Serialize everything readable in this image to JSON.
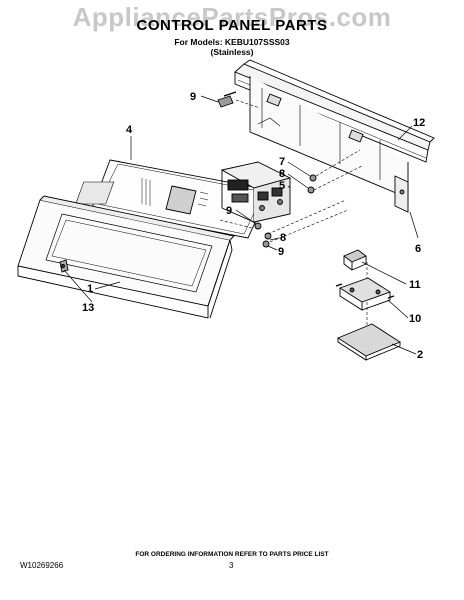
{
  "watermark": "AppliancePartsPros.com",
  "header": {
    "title": "CONTROL PANEL PARTS",
    "models_line": "For Models: KEBU107SSS03",
    "finish_line": "(Stainless)"
  },
  "callouts": [
    "9",
    "4",
    "12",
    "7",
    "8",
    "5",
    "9",
    "8",
    "9",
    "6",
    "1",
    "13",
    "11",
    "10",
    "2"
  ],
  "footer": {
    "note": "FOR ORDERING INFORMATION REFER TO PARTS PRICE LIST",
    "doc_number": "W10269266",
    "page_number": "3"
  }
}
